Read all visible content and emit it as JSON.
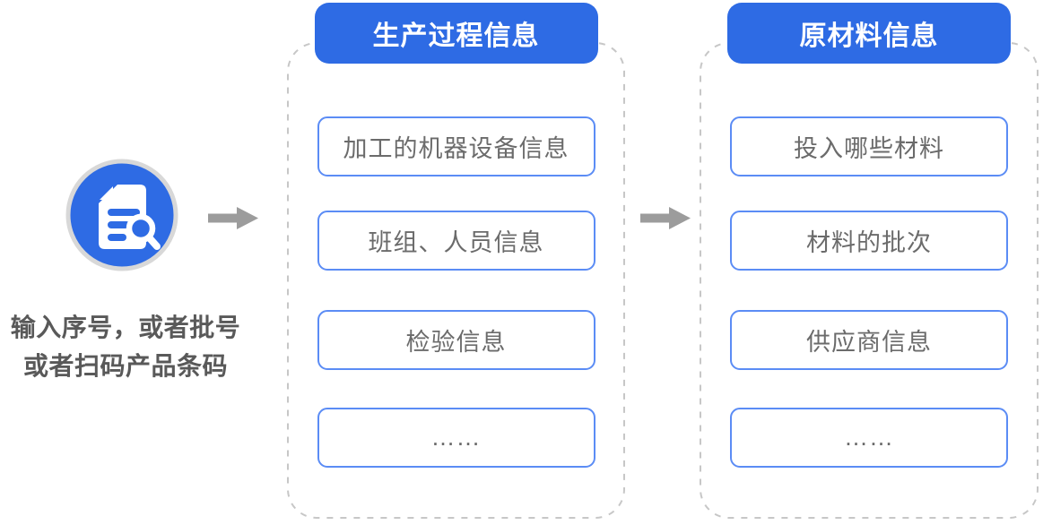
{
  "colors": {
    "accent_blue": "#2e6be4",
    "box_border_blue": "#5b8cf5",
    "dash_gray": "#c7c7c7",
    "arrow_gray": "#9c9c9c",
    "text_gray": "#595959",
    "box_text_gray": "#6b6b6b",
    "ring_gray": "#d8d8d8",
    "title_text_color": "#ffffff"
  },
  "source": {
    "icon": "document-search-icon",
    "caption_line1": "输入序号，或者批号",
    "caption_line2": "或者扫码产品条码"
  },
  "panels": [
    {
      "title": "生产过程信息",
      "items": [
        "加工的机器设备信息",
        "班组、人员信息",
        "检验信息",
        "……"
      ]
    },
    {
      "title": "原材料信息",
      "items": [
        "投入哪些材料",
        "材料的批次",
        "供应商信息",
        "……"
      ]
    }
  ]
}
